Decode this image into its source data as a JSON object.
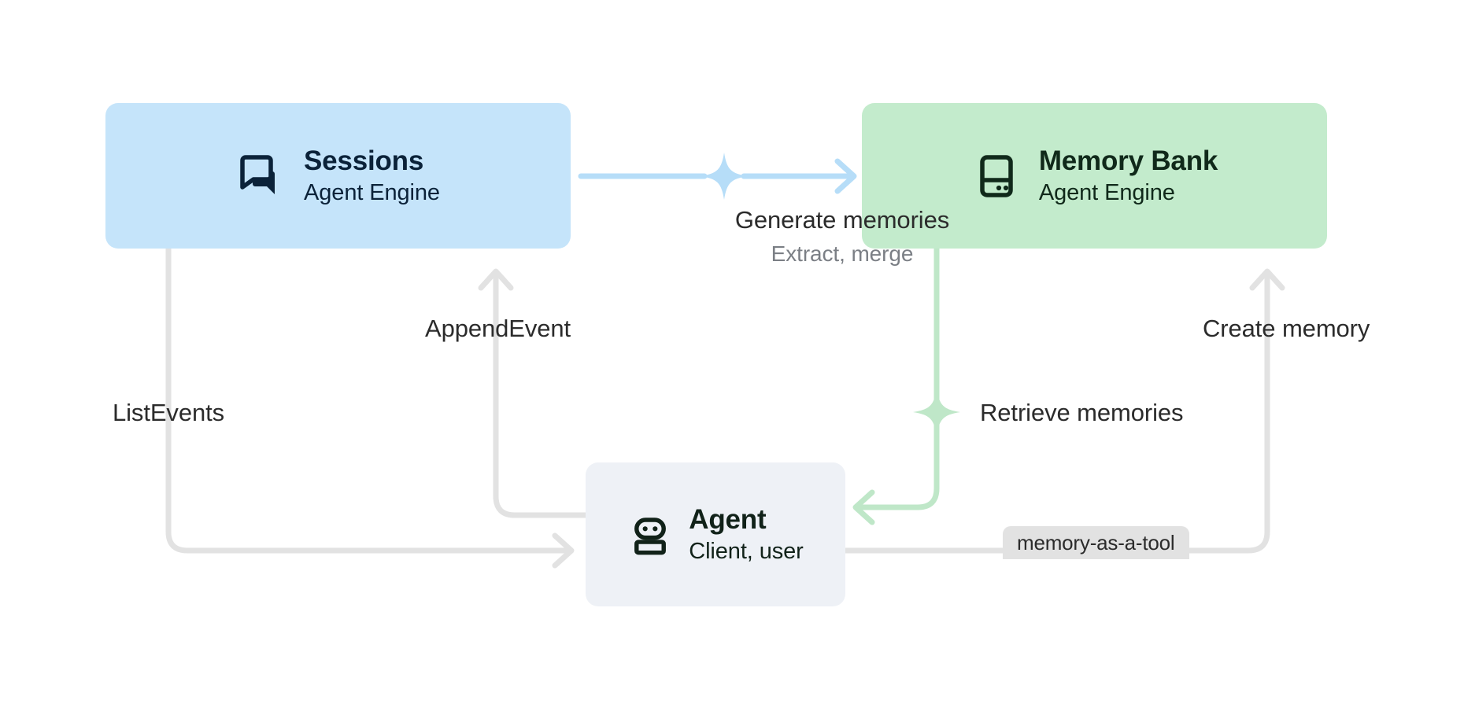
{
  "diagram": {
    "title": "Agent Engine Sessions and Memory Bank architecture",
    "background": "#ffffff"
  },
  "nodes": [
    {
      "id": "sessions",
      "title": "Sessions",
      "subtitle": "Agent Engine",
      "icon": "chat-bubbles-icon",
      "fill": "#c5e4fa",
      "text_color": "#0b2239"
    },
    {
      "id": "memory-bank",
      "title": "Memory Bank",
      "subtitle": "Agent Engine",
      "icon": "memory-bank-icon",
      "fill": "#c3ebcc",
      "text_color": "#10291a"
    },
    {
      "id": "agent",
      "title": "Agent",
      "subtitle": "Client, user",
      "icon": "robot-icon",
      "fill": "#eef1f6",
      "text_color": "#112219"
    }
  ],
  "edges": [
    {
      "id": "generate-memories",
      "from": "sessions",
      "to": "memory-bank",
      "label": "Generate memories",
      "sublabel": "Extract, merge",
      "color": "#b6ddf8",
      "marker": "sparkle-icon"
    },
    {
      "id": "append-event",
      "from": "agent",
      "to": "sessions",
      "label": "AppendEvent",
      "color": "#e2e2e2"
    },
    {
      "id": "list-events",
      "from": "sessions",
      "to": "agent",
      "label": "ListEvents",
      "color": "#e2e2e2"
    },
    {
      "id": "retrieve-memories",
      "from": "memory-bank",
      "to": "agent",
      "label": "Retrieve memories",
      "color": "#bfe7c8",
      "marker": "sparkle-icon"
    },
    {
      "id": "create-memory",
      "from": "agent",
      "to": "memory-bank",
      "label": "Create memory",
      "color": "#e2e2e2"
    }
  ],
  "chips": [
    {
      "id": "memory-as-a-tool",
      "label": "memory-as-a-tool",
      "fill": "#e2e2e2",
      "text_color": "#2b2b2b"
    }
  ]
}
